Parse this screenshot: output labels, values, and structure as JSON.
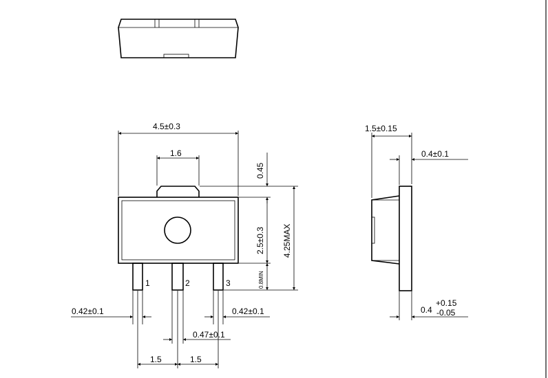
{
  "dimensions": {
    "body_width": "4.5±0.3",
    "tab_width": "1.6",
    "tab_height": "0.45",
    "body_height": "2.5±0.3",
    "overall_height": "4.25MAX",
    "lead_length": "0.8MIN",
    "lead1_width": "0.42±0.1",
    "lead3_width": "0.42±0.1",
    "lead2_width": "0.47±0.1",
    "pitch_left": "1.5",
    "pitch_right": "1.5",
    "side_depth": "1.5±0.15",
    "side_tab_thickness": "0.4±0.1",
    "side_lead_base": "0.4",
    "side_lead_plus": "+0.15",
    "side_lead_minus": "-0.05"
  },
  "pins": {
    "pin1": "1",
    "pin2": "2",
    "pin3": "3"
  }
}
